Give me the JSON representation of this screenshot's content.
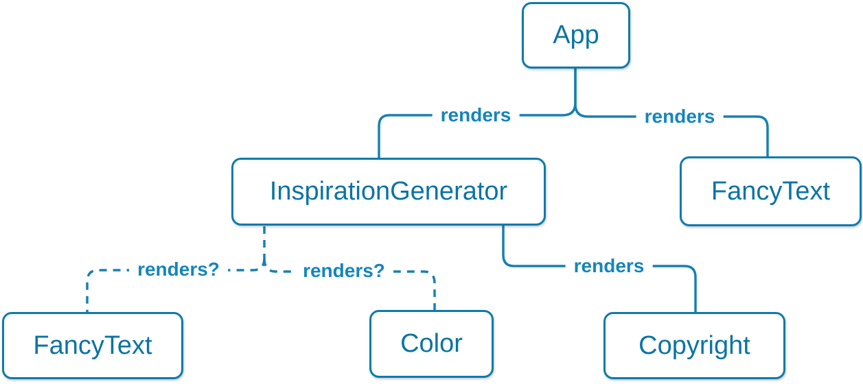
{
  "diagram": {
    "type": "component-render-tree",
    "nodes": {
      "app": {
        "label": "App"
      },
      "inspiration_generator": {
        "label": "InspirationGenerator"
      },
      "fancy_text_top": {
        "label": "FancyText"
      },
      "fancy_text_bottom": {
        "label": "FancyText"
      },
      "color": {
        "label": "Color"
      },
      "copyright": {
        "label": "Copyright"
      }
    },
    "edges": [
      {
        "from": "App",
        "to": "InspirationGenerator",
        "label": "renders",
        "style": "solid"
      },
      {
        "from": "App",
        "to": "FancyText",
        "label": "renders",
        "style": "solid"
      },
      {
        "from": "InspirationGenerator",
        "to": "FancyText",
        "label": "renders?",
        "style": "dashed"
      },
      {
        "from": "InspirationGenerator",
        "to": "Color",
        "label": "renders?",
        "style": "dashed"
      },
      {
        "from": "InspirationGenerator",
        "to": "Copyright",
        "label": "renders",
        "style": "solid"
      }
    ],
    "colors": {
      "background": "#ffffff",
      "node_fill": "#ffffff",
      "node_border": "#0f7ba9",
      "node_text": "#0b74a3",
      "edge_solid": "#1780b2",
      "edge_dashed": "#1780b2",
      "edge_label": "#1585bd"
    }
  }
}
